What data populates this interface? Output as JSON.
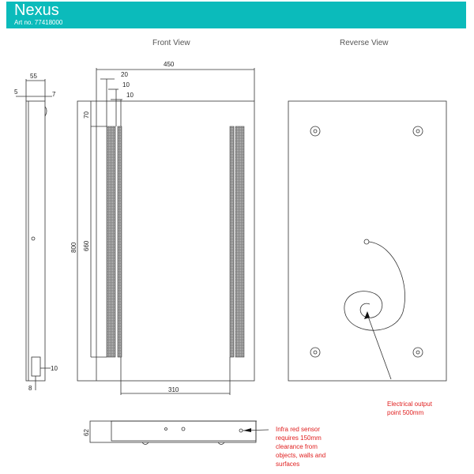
{
  "header": {
    "title": "Nexus",
    "art_no": "Art no. 77418000"
  },
  "views": {
    "front": "Front View",
    "reverse": "Reverse View"
  },
  "dimensions": {
    "d55": "55",
    "d5": "5",
    "d7": "7",
    "d10_side": "10",
    "d8": "8",
    "d450": "450",
    "d20": "20",
    "d10a": "10",
    "d10b": "10",
    "d70": "70",
    "d800": "800",
    "d660": "660",
    "d310": "310",
    "d62": "62"
  },
  "notes": {
    "electrical": [
      "Electrical output",
      "point 500mm"
    ],
    "sensor": [
      "Infra red sensor",
      "requires 150mm",
      "clearance from",
      "objects, walls and",
      "surfaces"
    ]
  },
  "colors": {
    "brand": "#0bbbbb",
    "note": "#e02020"
  }
}
